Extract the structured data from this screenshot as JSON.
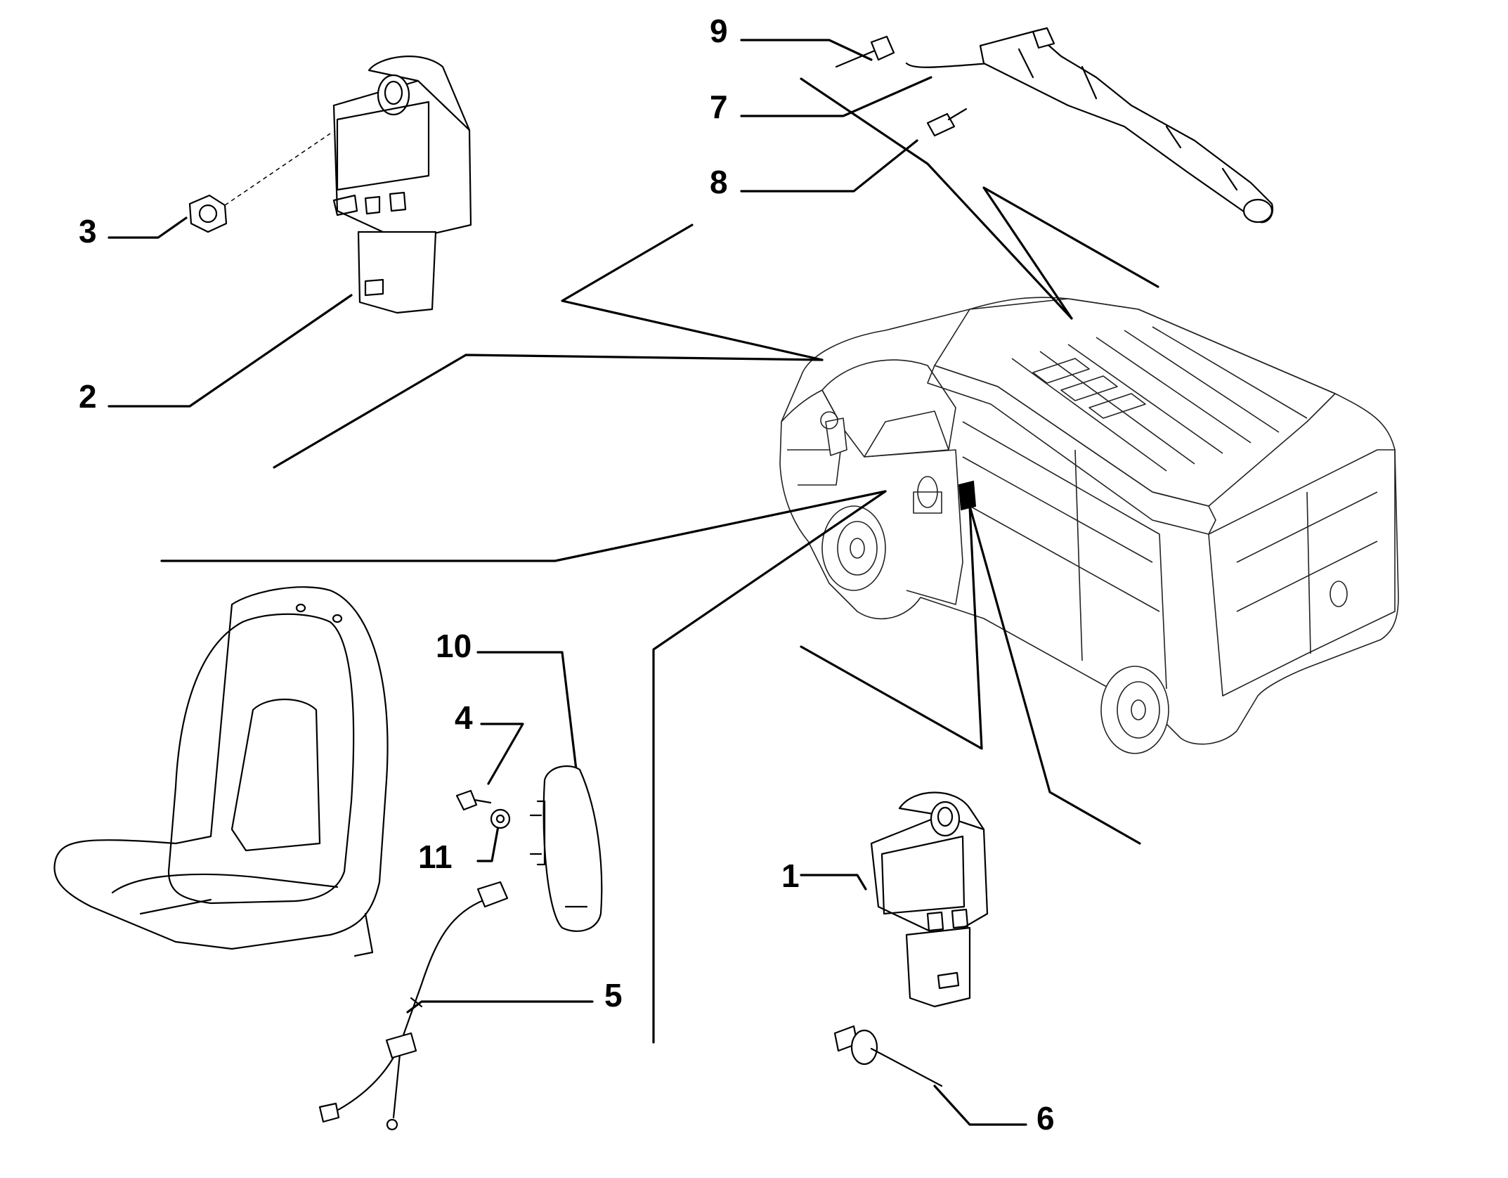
{
  "diagram": {
    "callouts": [
      {
        "id": "c1",
        "label": "1"
      },
      {
        "id": "c2",
        "label": "2"
      },
      {
        "id": "c3",
        "label": "3"
      },
      {
        "id": "c4",
        "label": "4"
      },
      {
        "id": "c5",
        "label": "5"
      },
      {
        "id": "c6",
        "label": "6"
      },
      {
        "id": "c7",
        "label": "7"
      },
      {
        "id": "c8",
        "label": "8"
      },
      {
        "id": "c9",
        "label": "9"
      },
      {
        "id": "c10",
        "label": "10"
      },
      {
        "id": "c11",
        "label": "11"
      }
    ],
    "parts": [
      "van-body",
      "crash-sensor-front",
      "crash-sensor-side",
      "nut",
      "seat",
      "seat-airbag-module",
      "bolt",
      "washer",
      "wiring-harness",
      "push-rivet",
      "curtain-airbag",
      "screw",
      "clip"
    ]
  }
}
